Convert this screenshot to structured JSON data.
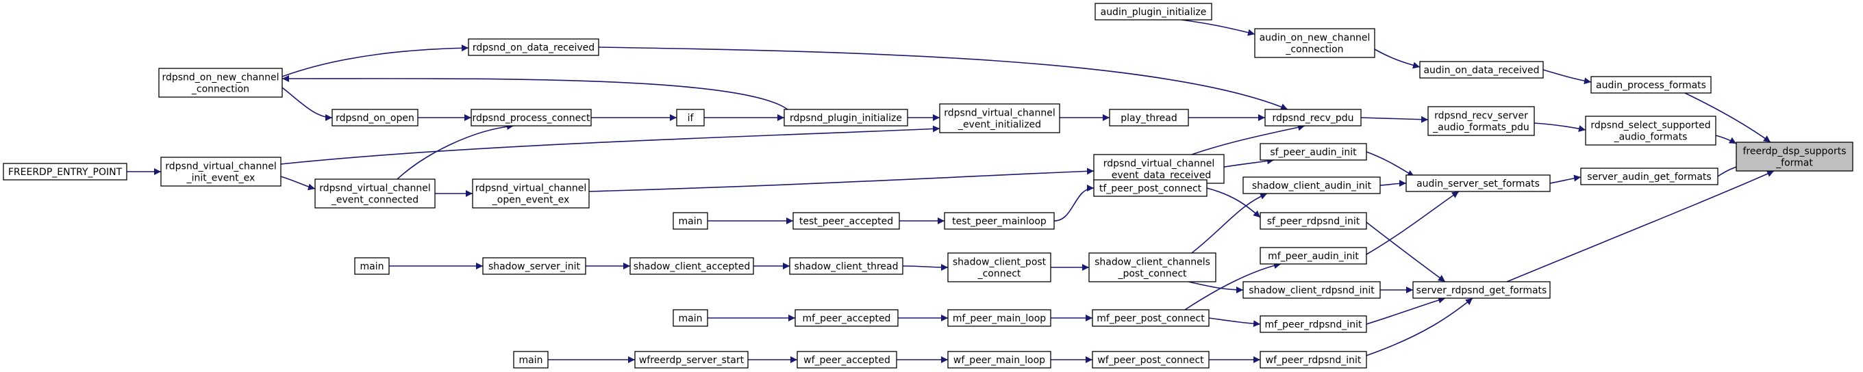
{
  "nodes": [
    {
      "id": "focus",
      "lines": [
        "freerdp_dsp_supports",
        "_format"
      ],
      "focus": true
    },
    {
      "id": "audin_process_formats",
      "lines": [
        "audin_process_formats"
      ]
    },
    {
      "id": "rdpsnd_select_supported",
      "lines": [
        "rdpsnd_select_supported",
        "_audio_formats"
      ]
    },
    {
      "id": "server_audin_get_formats",
      "lines": [
        "server_audin_get_formats"
      ]
    },
    {
      "id": "server_rdpsnd_get_formats",
      "lines": [
        "server_rdpsnd_get_formats"
      ]
    },
    {
      "id": "audin_on_data_received",
      "lines": [
        "audin_on_data_received"
      ]
    },
    {
      "id": "rdpsnd_recv_server_formats",
      "lines": [
        "rdpsnd_recv_server",
        "_audio_formats_pdu"
      ]
    },
    {
      "id": "audin_server_set_formats",
      "lines": [
        "audin_server_set_formats"
      ]
    },
    {
      "id": "audin_on_new_channel",
      "lines": [
        "audin_on_new_channel",
        "_connection"
      ]
    },
    {
      "id": "audin_plugin_initialize",
      "lines": [
        "audin_plugin_initialize"
      ]
    },
    {
      "id": "rdpsnd_recv_pdu",
      "lines": [
        "rdpsnd_recv_pdu"
      ]
    },
    {
      "id": "sf_peer_audin_init",
      "lines": [
        "sf_peer_audin_init"
      ]
    },
    {
      "id": "shadow_client_audin_init",
      "lines": [
        "shadow_client_audin_init"
      ]
    },
    {
      "id": "sf_peer_rdpsnd_init",
      "lines": [
        "sf_peer_rdpsnd_init"
      ]
    },
    {
      "id": "mf_peer_audin_init",
      "lines": [
        "mf_peer_audin_init"
      ]
    },
    {
      "id": "shadow_client_rdpsnd_init",
      "lines": [
        "shadow_client_rdpsnd_init"
      ]
    },
    {
      "id": "mf_peer_rdpsnd_init",
      "lines": [
        "mf_peer_rdpsnd_init"
      ]
    },
    {
      "id": "wf_peer_rdpsnd_init",
      "lines": [
        "wf_peer_rdpsnd_init"
      ]
    },
    {
      "id": "play_thread",
      "lines": [
        "play_thread"
      ]
    },
    {
      "id": "rdpsnd_vc_event_data_received",
      "lines": [
        "rdpsnd_virtual_channel",
        "_event_data_received"
      ]
    },
    {
      "id": "tf_peer_post_connect",
      "lines": [
        "tf_peer_post_connect"
      ]
    },
    {
      "id": "shadow_client_channels_post_connect",
      "lines": [
        "shadow_client_channels",
        "_post_connect"
      ]
    },
    {
      "id": "mf_peer_post_connect",
      "lines": [
        "mf_peer_post_connect"
      ]
    },
    {
      "id": "wf_peer_post_connect",
      "lines": [
        "wf_peer_post_connect"
      ]
    },
    {
      "id": "rdpsnd_vc_event_initialized",
      "lines": [
        "rdpsnd_virtual_channel",
        "_event_initialized"
      ]
    },
    {
      "id": "test_peer_mainloop",
      "lines": [
        "test_peer_mainloop"
      ]
    },
    {
      "id": "shadow_client_post_connect",
      "lines": [
        "shadow_client_post",
        "_connect"
      ]
    },
    {
      "id": "mf_peer_main_loop",
      "lines": [
        "mf_peer_main_loop"
      ]
    },
    {
      "id": "wf_peer_main_loop",
      "lines": [
        "wf_peer_main_loop"
      ]
    },
    {
      "id": "rdpsnd_plugin_initialize",
      "lines": [
        "rdpsnd_plugin_initialize"
      ]
    },
    {
      "id": "test_peer_accepted",
      "lines": [
        "test_peer_accepted"
      ]
    },
    {
      "id": "shadow_client_thread",
      "lines": [
        "shadow_client_thread"
      ]
    },
    {
      "id": "mf_peer_accepted",
      "lines": [
        "mf_peer_accepted"
      ]
    },
    {
      "id": "wf_peer_accepted",
      "lines": [
        "wf_peer_accepted"
      ]
    },
    {
      "id": "if",
      "lines": [
        "if"
      ]
    },
    {
      "id": "shadow_client_accepted",
      "lines": [
        "shadow_client_accepted"
      ]
    },
    {
      "id": "wfreerdp_server_start",
      "lines": [
        "wfreerdp_server_start"
      ]
    },
    {
      "id": "rdpsnd_on_data_received",
      "lines": [
        "rdpsnd_on_data_received"
      ]
    },
    {
      "id": "rdpsnd_process_connect",
      "lines": [
        "rdpsnd_process_connect"
      ]
    },
    {
      "id": "rdpsnd_vc_open_event_ex",
      "lines": [
        "rdpsnd_virtual_channel",
        "_open_event_ex"
      ]
    },
    {
      "id": "shadow_server_init",
      "lines": [
        "shadow_server_init"
      ]
    },
    {
      "id": "rdpsnd_on_open",
      "lines": [
        "rdpsnd_on_open"
      ]
    },
    {
      "id": "rdpsnd_vc_event_connected",
      "lines": [
        "rdpsnd_virtual_channel",
        "_event_connected"
      ]
    },
    {
      "id": "rdpsnd_on_new_channel",
      "lines": [
        "rdpsnd_on_new_channel",
        "_connection"
      ]
    },
    {
      "id": "rdpsnd_vc_init_event_ex",
      "lines": [
        "rdpsnd_virtual_channel",
        "_init_event_ex"
      ]
    },
    {
      "id": "main_test",
      "lines": [
        "main"
      ]
    },
    {
      "id": "main_shadow",
      "lines": [
        "main"
      ]
    },
    {
      "id": "main_mf",
      "lines": [
        "main"
      ]
    },
    {
      "id": "main_wf",
      "lines": [
        "main"
      ]
    },
    {
      "id": "freerdp_entry_point",
      "lines": [
        "FREERDP_ENTRY_POINT"
      ]
    }
  ],
  "edges": [
    [
      "audin_process_formats",
      "focus"
    ],
    [
      "rdpsnd_select_supported",
      "focus"
    ],
    [
      "server_audin_get_formats",
      "focus"
    ],
    [
      "server_rdpsnd_get_formats",
      "focus"
    ],
    [
      "audin_on_data_received",
      "audin_process_formats"
    ],
    [
      "rdpsnd_recv_server_formats",
      "rdpsnd_select_supported"
    ],
    [
      "audin_server_set_formats",
      "server_audin_get_formats"
    ],
    [
      "audin_on_new_channel",
      "audin_on_data_received"
    ],
    [
      "audin_plugin_initialize",
      "audin_on_new_channel"
    ],
    [
      "rdpsnd_recv_pdu",
      "rdpsnd_recv_server_formats"
    ],
    [
      "sf_peer_audin_init",
      "audin_server_set_formats"
    ],
    [
      "shadow_client_audin_init",
      "audin_server_set_formats"
    ],
    [
      "mf_peer_audin_init",
      "audin_server_set_formats"
    ],
    [
      "sf_peer_rdpsnd_init",
      "server_rdpsnd_get_formats"
    ],
    [
      "shadow_client_rdpsnd_init",
      "server_rdpsnd_get_formats"
    ],
    [
      "mf_peer_rdpsnd_init",
      "server_rdpsnd_get_formats"
    ],
    [
      "wf_peer_rdpsnd_init",
      "server_rdpsnd_get_formats"
    ],
    [
      "play_thread",
      "rdpsnd_recv_pdu"
    ],
    [
      "rdpsnd_vc_event_data_received",
      "rdpsnd_recv_pdu"
    ],
    [
      "rdpsnd_on_data_received",
      "rdpsnd_recv_pdu"
    ],
    [
      "tf_peer_post_connect",
      "sf_peer_audin_init"
    ],
    [
      "tf_peer_post_connect",
      "sf_peer_rdpsnd_init"
    ],
    [
      "shadow_client_channels_post_connect",
      "shadow_client_audin_init"
    ],
    [
      "shadow_client_channels_post_connect",
      "shadow_client_rdpsnd_init"
    ],
    [
      "mf_peer_post_connect",
      "mf_peer_audin_init"
    ],
    [
      "mf_peer_post_connect",
      "mf_peer_rdpsnd_init"
    ],
    [
      "wf_peer_post_connect",
      "wf_peer_rdpsnd_init"
    ],
    [
      "rdpsnd_vc_event_initialized",
      "play_thread"
    ],
    [
      "rdpsnd_vc_open_event_ex",
      "rdpsnd_vc_event_data_received"
    ],
    [
      "test_peer_mainloop",
      "tf_peer_post_connect"
    ],
    [
      "shadow_client_post_connect",
      "shadow_client_channels_post_connect"
    ],
    [
      "mf_peer_main_loop",
      "mf_peer_post_connect"
    ],
    [
      "wf_peer_main_loop",
      "wf_peer_post_connect"
    ],
    [
      "rdpsnd_plugin_initialize",
      "rdpsnd_vc_event_initialized"
    ],
    [
      "rdpsnd_vc_init_event_ex",
      "rdpsnd_vc_event_initialized"
    ],
    [
      "test_peer_accepted",
      "test_peer_mainloop"
    ],
    [
      "shadow_client_thread",
      "shadow_client_post_connect"
    ],
    [
      "mf_peer_accepted",
      "mf_peer_main_loop"
    ],
    [
      "wf_peer_accepted",
      "wf_peer_main_loop"
    ],
    [
      "if",
      "rdpsnd_plugin_initialize"
    ],
    [
      "rdpsnd_plugin_initialize",
      "rdpsnd_on_new_channel"
    ],
    [
      "rdpsnd_process_connect",
      "if"
    ],
    [
      "rdpsnd_on_open",
      "rdpsnd_process_connect"
    ],
    [
      "rdpsnd_vc_event_connected",
      "rdpsnd_process_connect"
    ],
    [
      "rdpsnd_on_new_channel",
      "rdpsnd_on_open"
    ],
    [
      "rdpsnd_on_new_channel",
      "rdpsnd_on_data_received"
    ],
    [
      "rdpsnd_vc_event_connected",
      "rdpsnd_vc_open_event_ex"
    ],
    [
      "rdpsnd_vc_init_event_ex",
      "rdpsnd_vc_event_connected"
    ],
    [
      "freerdp_entry_point",
      "rdpsnd_vc_init_event_ex"
    ],
    [
      "shadow_client_accepted",
      "shadow_client_thread"
    ],
    [
      "shadow_server_init",
      "shadow_client_accepted"
    ],
    [
      "main_shadow",
      "shadow_server_init"
    ],
    [
      "main_test",
      "test_peer_accepted"
    ],
    [
      "main_mf",
      "mf_peer_accepted"
    ],
    [
      "wfreerdp_server_start",
      "wf_peer_accepted"
    ],
    [
      "main_wf",
      "wfreerdp_server_start"
    ]
  ]
}
